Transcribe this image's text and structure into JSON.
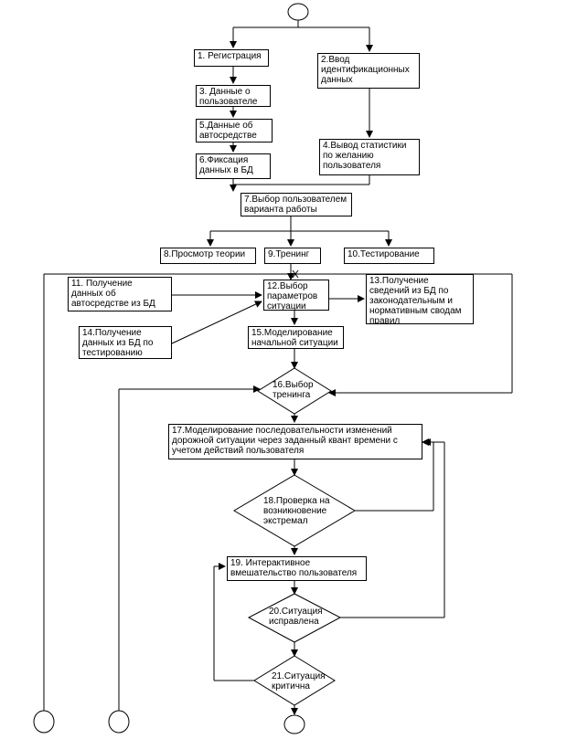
{
  "nodes": {
    "n1": "1. Регистрация",
    "n2": "2.Ввод\nидентификационных\nданных",
    "n3": "3. Данные о\nпользователе",
    "n4": "4.Вывод статистики\nпо желанию\nпользователя",
    "n5": "5.Данные об\nавтосредстве",
    "n6": "6.Фиксация\nданных в БД",
    "n7": "7.Выбор пользователем\nварианта работы",
    "n8": "8.Просмотр теории",
    "n9": "9.Тренинг",
    "n10": "10.Тестирование",
    "n11": "11. Получение\nданных об\nавтосредстве из БД",
    "n12": "12.Выбор\nпараметров\nситуации",
    "n13": "13.Получение\nсведений из БД по\nзаконодательным и\nнормативным сводам\nправил",
    "n14": "14.Получение\nданных из БД по\nтестированию",
    "n15": "15.Моделирование\nначальной ситуации",
    "n16": "16.Выбор\nтренинга",
    "n17": "17.Моделирование последовательности изменений\nдорожной ситуации через заданный квант времени с\nучетом действий пользователя",
    "n18": "18.Проверка на\nвозникновение\nэкстремал",
    "n19": "19. Интерактивное\nвмешательство пользователя",
    "n20": "20.Ситуация\nисправлена",
    "n21": "21.Ситуация\nкритична"
  }
}
